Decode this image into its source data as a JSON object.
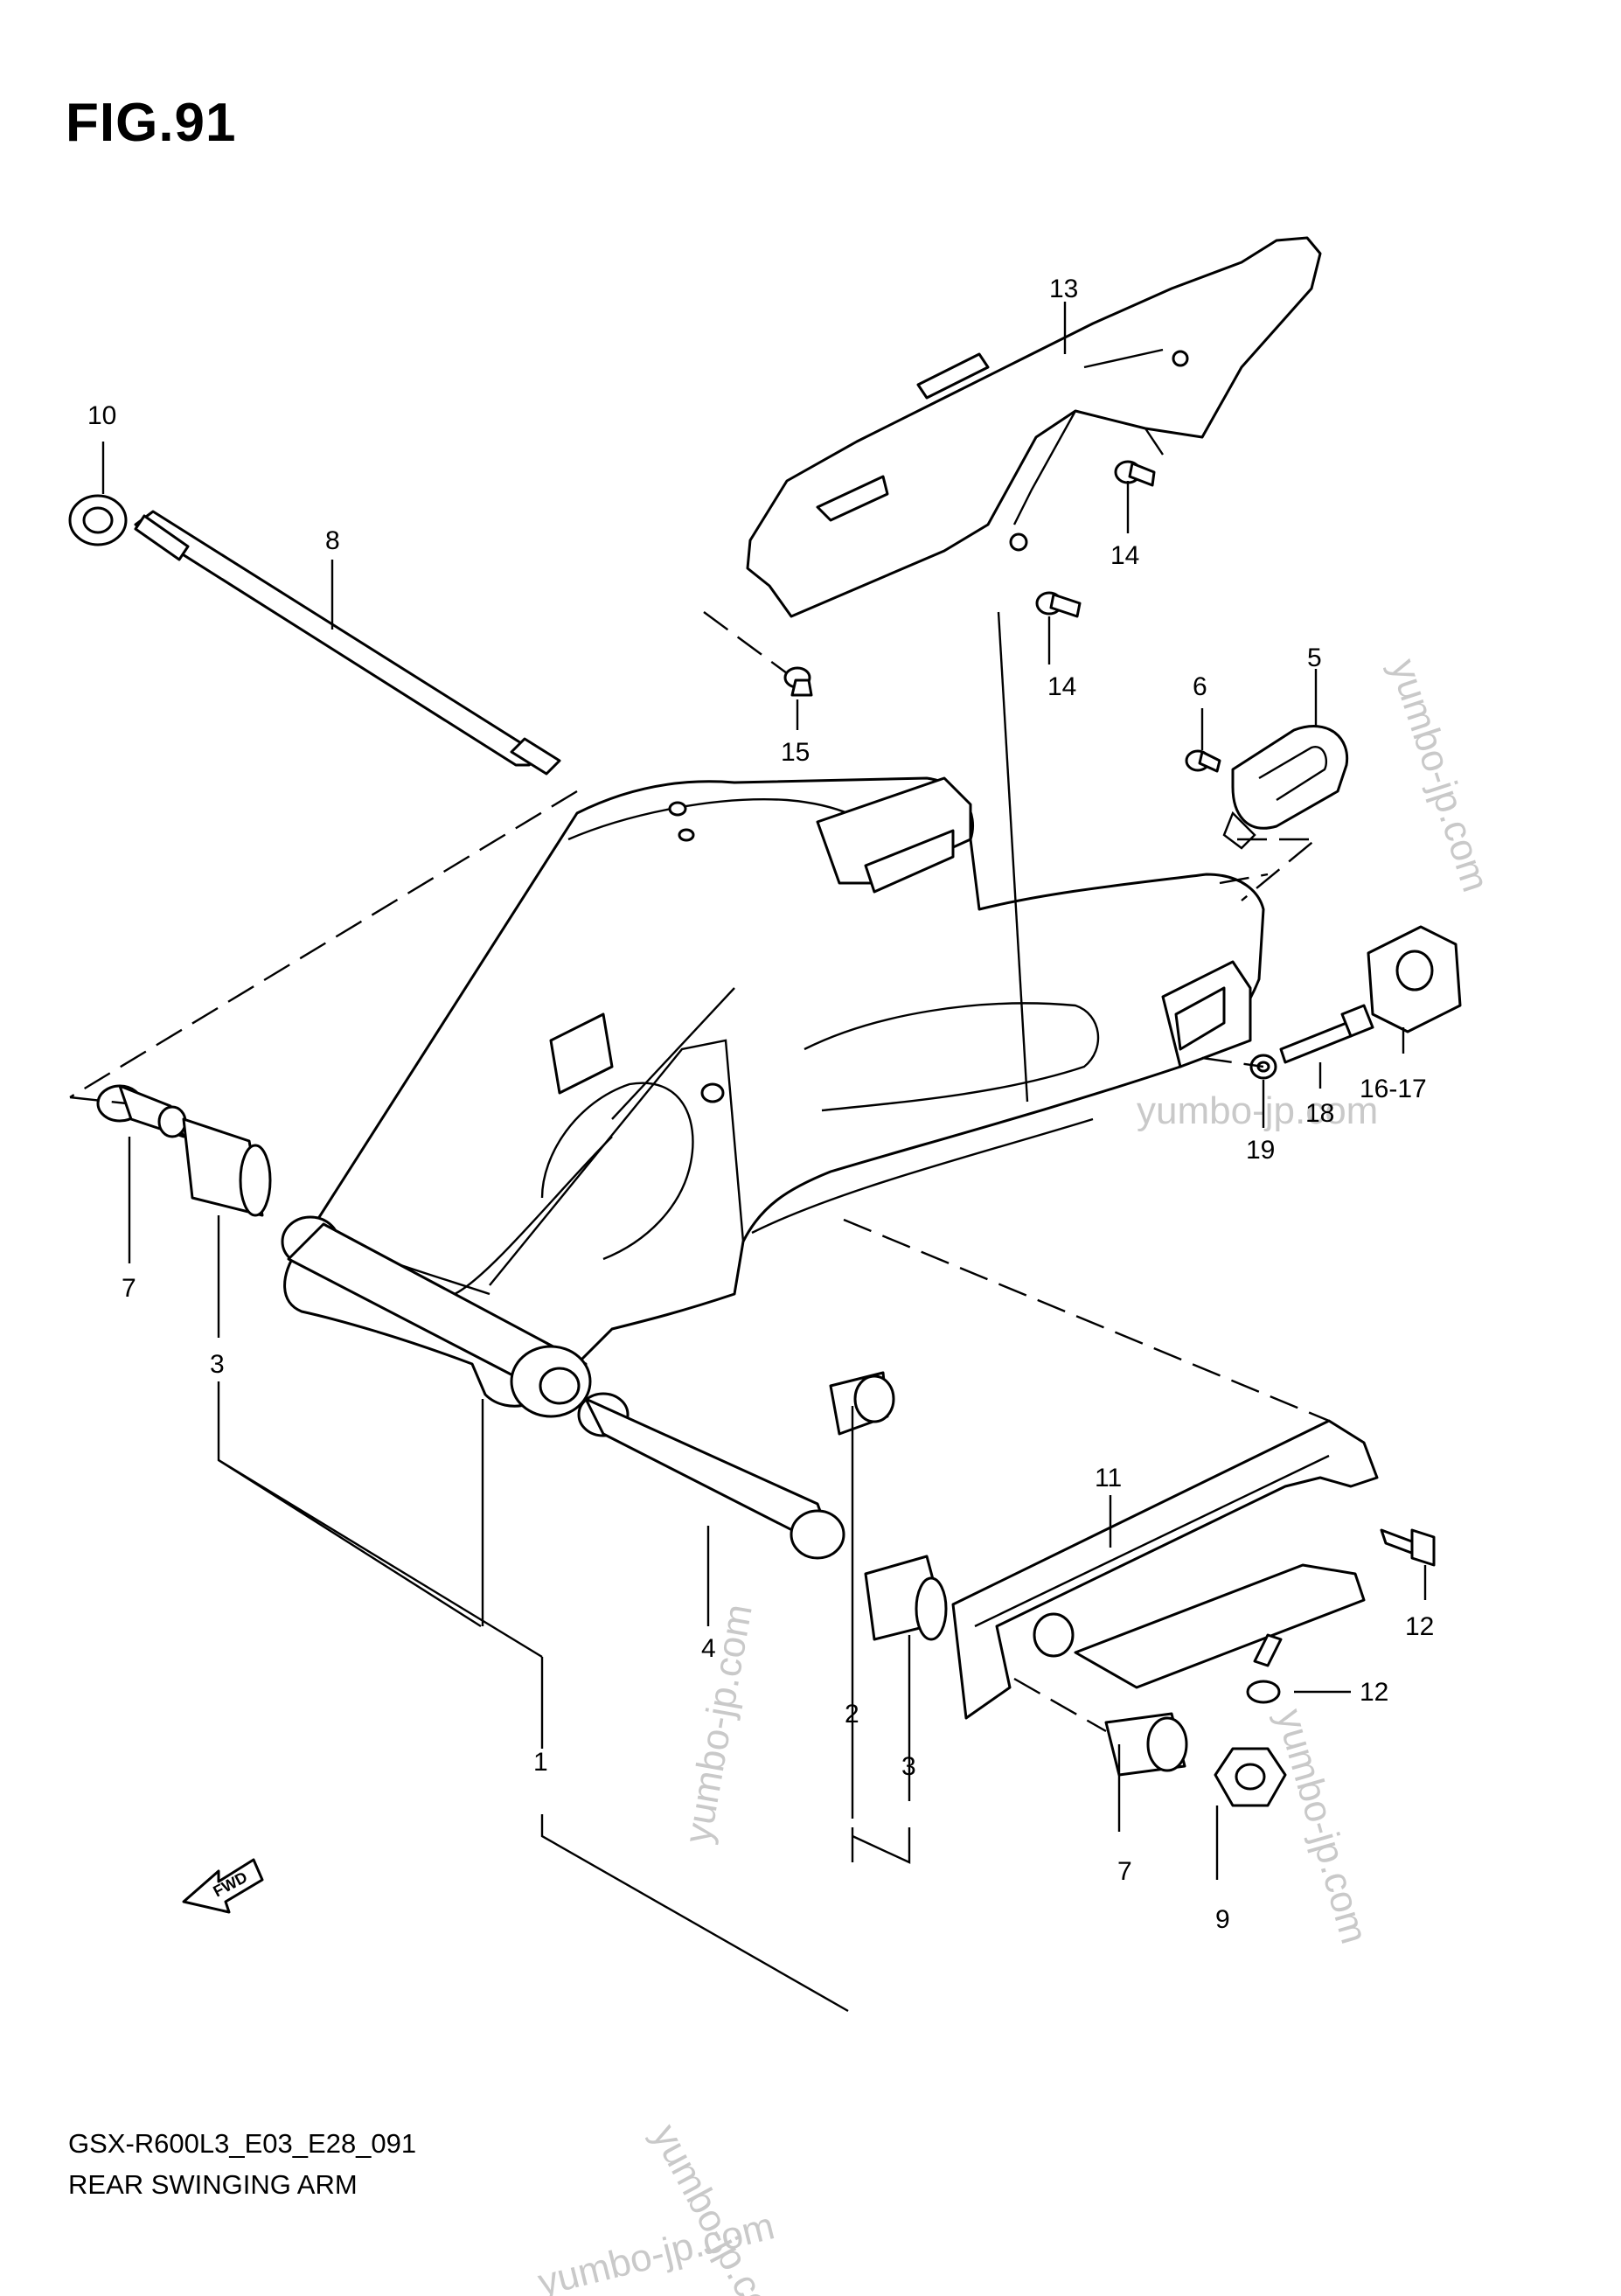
{
  "figure": {
    "title": "FIG.91",
    "code": "GSX-R600L3_E03_E28_091",
    "name": "REAR SWINGING ARM"
  },
  "watermark": "yumbo-jp.com",
  "fwd_label": "FWD",
  "callouts": {
    "c1": "1",
    "c2": "2",
    "c3a": "3",
    "c3b": "3",
    "c4": "4",
    "c5": "5",
    "c6": "6",
    "c7a": "7",
    "c7b": "7",
    "c8": "8",
    "c9": "9",
    "c10": "10",
    "c11": "11",
    "c12a": "12",
    "c12b": "12",
    "c13": "13",
    "c14a": "14",
    "c14b": "14",
    "c15": "15",
    "c1617": "16-17",
    "c18": "18",
    "c19": "19"
  }
}
